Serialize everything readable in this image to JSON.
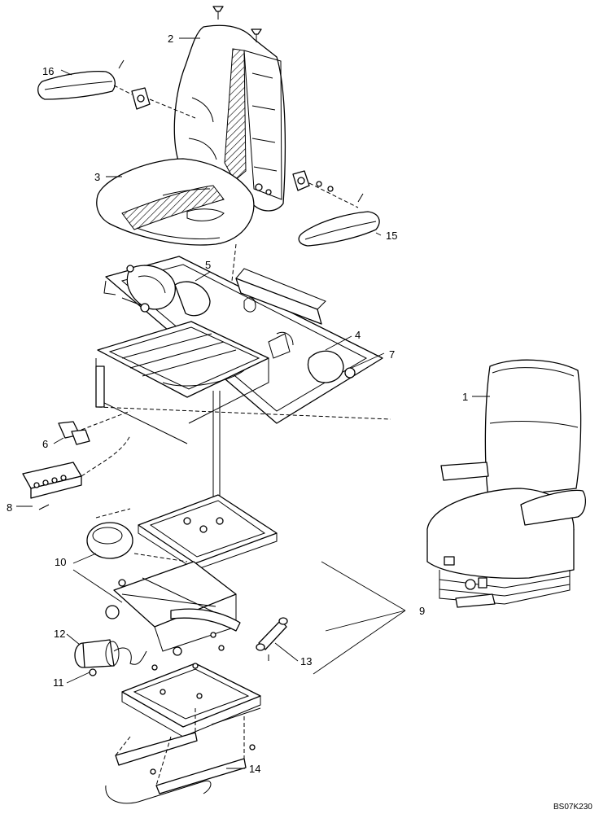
{
  "callouts": [
    "1",
    "2",
    "3",
    "4",
    "5",
    "6",
    "7",
    "8",
    "9",
    "10",
    "11",
    "12",
    "13",
    "14",
    "15",
    "16"
  ],
  "figure_code": "BS07K230"
}
